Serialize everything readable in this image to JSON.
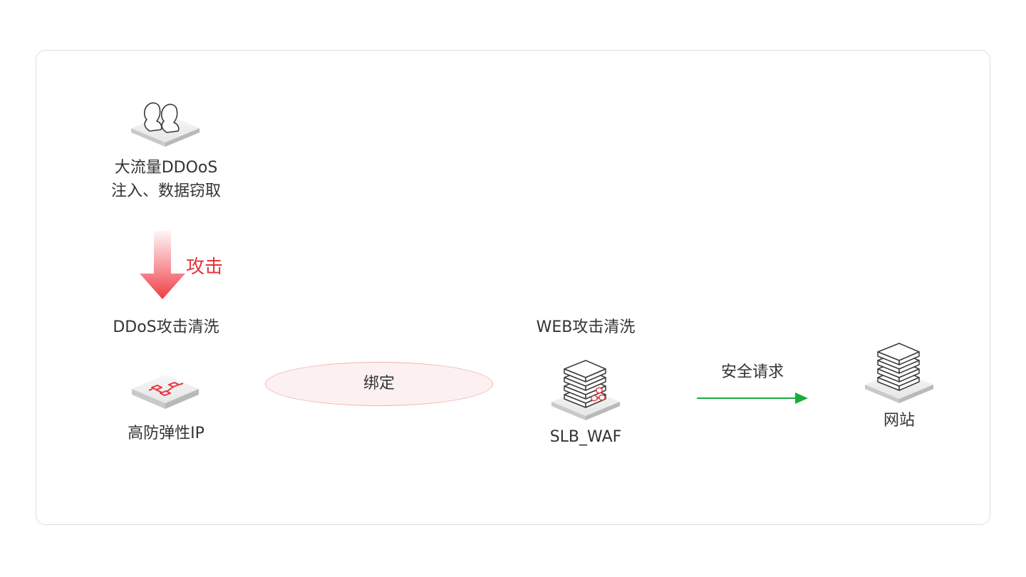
{
  "nodes": {
    "attacker": {
      "line1": "大流量DDOoS",
      "line2": "注入、数据窃取"
    },
    "attack_arrow": {
      "label": "攻击",
      "color": "#e8333d"
    },
    "ddos": {
      "title": "DDoS攻击清洗",
      "label": "高防弹性IP"
    },
    "bind": {
      "label": "绑定"
    },
    "waf": {
      "title": "WEB攻击清洗",
      "label": "SLB_WAF"
    },
    "safe_request": {
      "label": "安全请求",
      "color": "#1aad3c"
    },
    "website": {
      "label": "网站"
    }
  },
  "icons": {
    "attacker": "users-icon",
    "ddos": "network-ip-icon",
    "waf": "server-waf-icon",
    "website": "server-stack-icon"
  }
}
